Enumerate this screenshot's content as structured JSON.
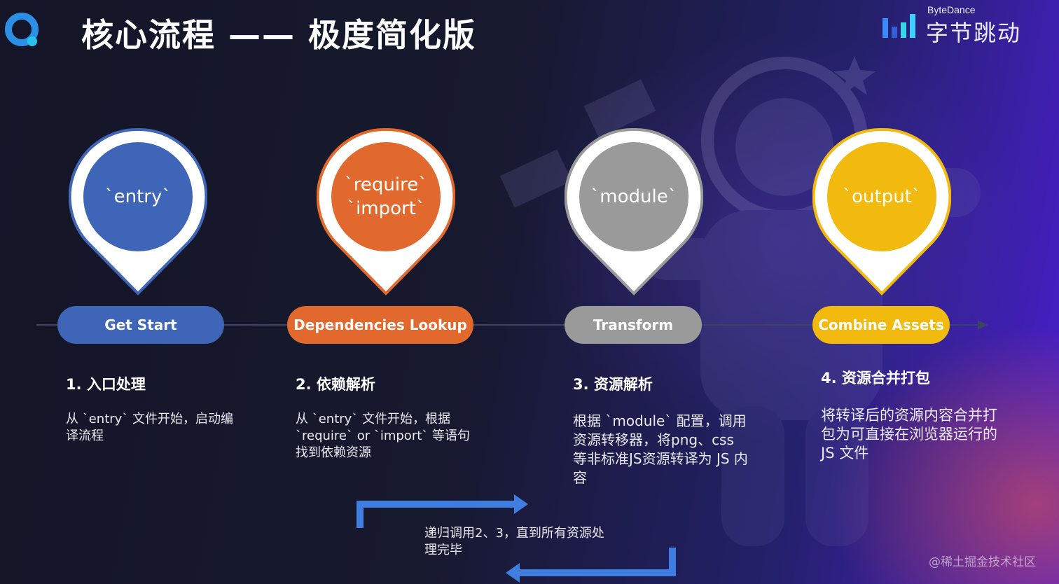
{
  "header": {
    "title": "核心流程 —— 极度简化版",
    "brand_small": "ByteDance",
    "brand_big": "字节跳动"
  },
  "colors": {
    "blue": "#3e65b7",
    "orange": "#e2692d",
    "gray": "#9a9a9a",
    "yellow": "#f2b90f",
    "background": "#161829"
  },
  "steps": [
    {
      "pin_label": "`entry`",
      "pill": "Get Start",
      "title": "1. 入口处理",
      "desc": "从 `entry` 文件开始，启动编译流程"
    },
    {
      "pin_label": "`require`\n`import`",
      "pill": "Dependencies Lookup",
      "title": "2. 依赖解析",
      "desc": "从 `entry` 文件开始，根据 `require` or `import` 等语句找到依赖资源"
    },
    {
      "pin_label": "`module`",
      "pill": "Transform",
      "title": "3. 资源解析",
      "desc": "根据 `module` 配置，调用资源转移器，将png、css 等非标准JS资源转译为 JS 内容"
    },
    {
      "pin_label": "`output`",
      "pill": "Combine Assets",
      "title": "4. 资源合并打包",
      "desc": "将转译后的资源内容合并打包为可直接在浏览器运行的 JS 文件"
    }
  ],
  "loop_note": "递归调用2、3，直到所有资源处理完毕",
  "watermark": "@稀土掘金技术社区"
}
